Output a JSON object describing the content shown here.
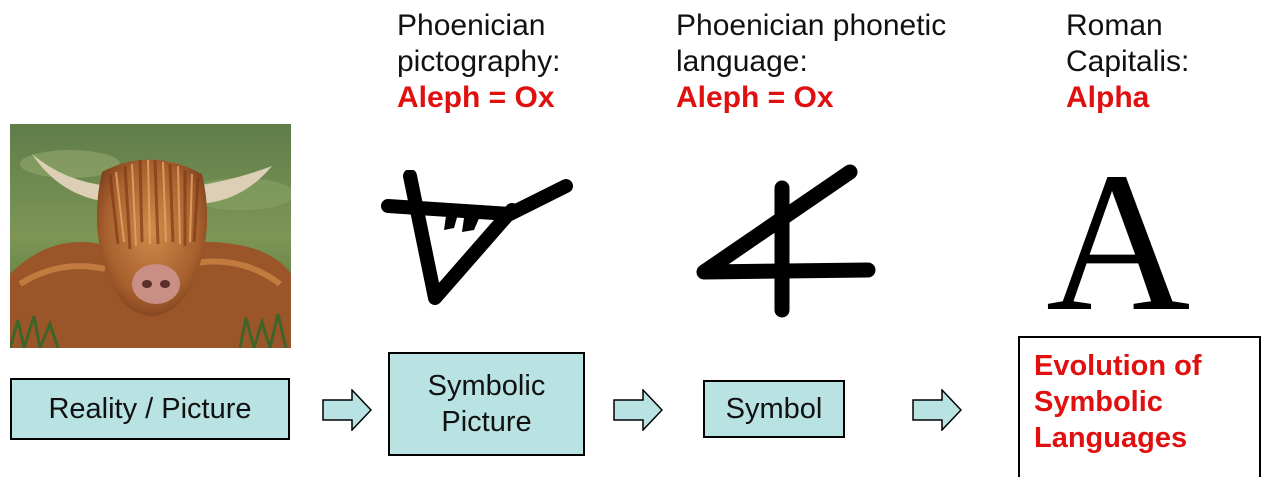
{
  "columns": [
    {
      "lines": [
        "Phoenician",
        "pictography:"
      ],
      "highlight": "Aleph = Ox"
    },
    {
      "lines": [
        "Phoenician phonetic",
        "language:"
      ],
      "highlight": "Aleph = Ox"
    },
    {
      "lines": [
        "Roman",
        "Capitalis:"
      ],
      "highlight": "Alpha"
    }
  ],
  "letter_a": "A",
  "stages": [
    {
      "lines": [
        "Reality / Picture"
      ]
    },
    {
      "lines": [
        "Symbolic",
        "Picture"
      ]
    },
    {
      "lines": [
        "Symbol"
      ]
    }
  ],
  "conclusion": [
    "Evolution of",
    "Symbolic",
    "Languages"
  ],
  "colors": {
    "highlight": "#e01010",
    "box_fill": "#b9e3e3",
    "arrow_fill": "#b9e3e3"
  },
  "icons": {
    "photo": "highland-cow-photo",
    "glyph1": "aleph-pictograph-icon",
    "glyph2": "aleph-phonetic-icon",
    "glyph3": "roman-a-icon",
    "arrow": "right-arrow-icon"
  }
}
